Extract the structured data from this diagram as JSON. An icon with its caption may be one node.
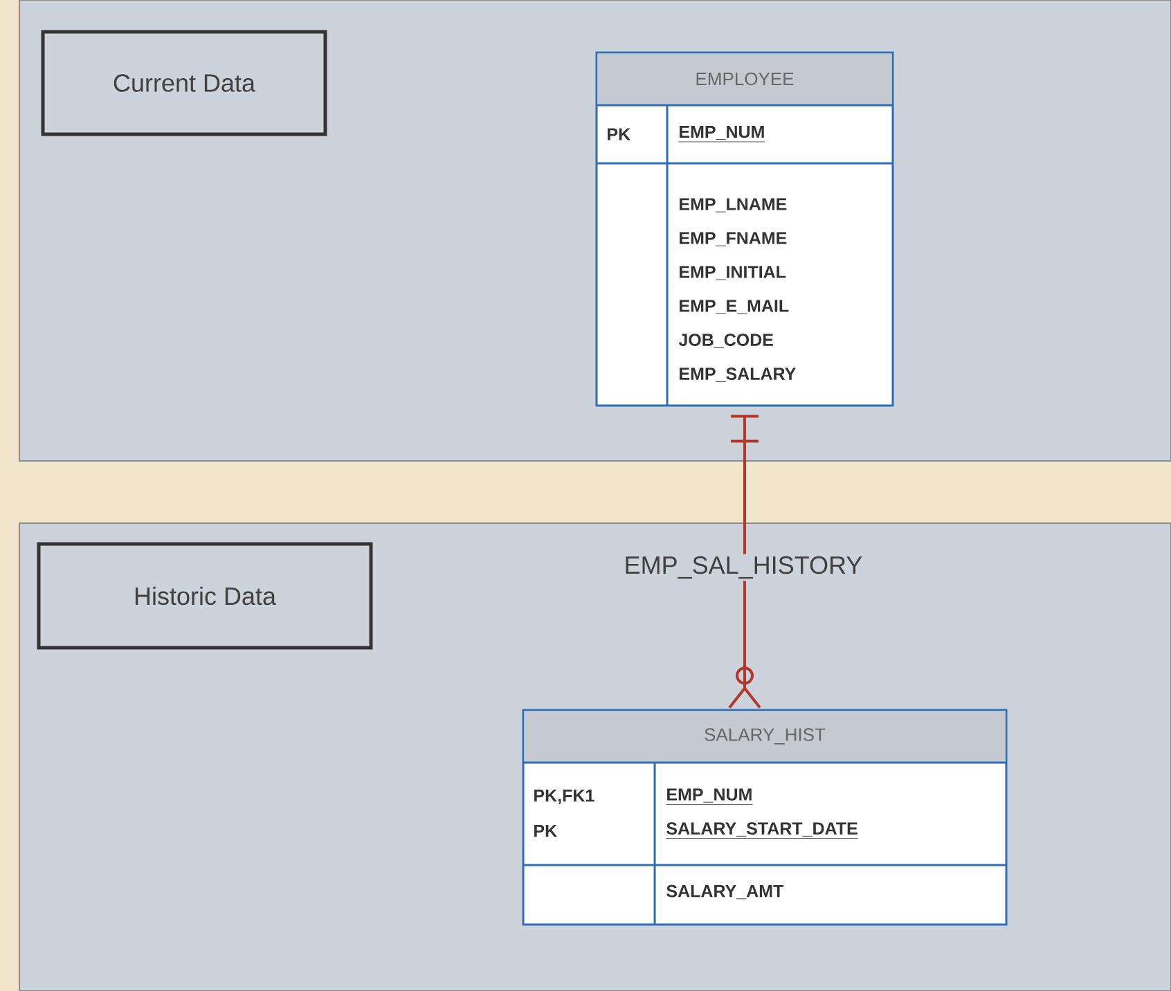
{
  "diagram": {
    "nodes": [
      {
        "text": [],
        "shape": "band"
      },
      {
        "text": [
          "Current Data"
        ],
        "in": 0
      },
      {
        "text": [
          "EMPLOYEE",
          "PK",
          "EMP_NUM",
          "EMP_LNAME",
          "EMP_FNAME",
          "EMP_INITIAL",
          "EMP_E_MAIL",
          "JOB_CODE",
          "EMP_SALARY"
        ],
        "in": 0
      },
      {
        "text": [],
        "shape": "band"
      },
      {
        "text": [
          "Historic Data"
        ],
        "in": 3
      },
      {
        "text": [
          "SALARY_HIST",
          "PK,FK1",
          "PK",
          "EMP_NUM",
          "SALARY_START_DATE",
          "SALARY_AMT"
        ],
        "in": 3
      }
    ],
    "edges": [
      {
        "from": 2,
        "to": 5,
        "arrow": "other",
        "label": "EMP_SAL_HISTORY"
      }
    ]
  }
}
